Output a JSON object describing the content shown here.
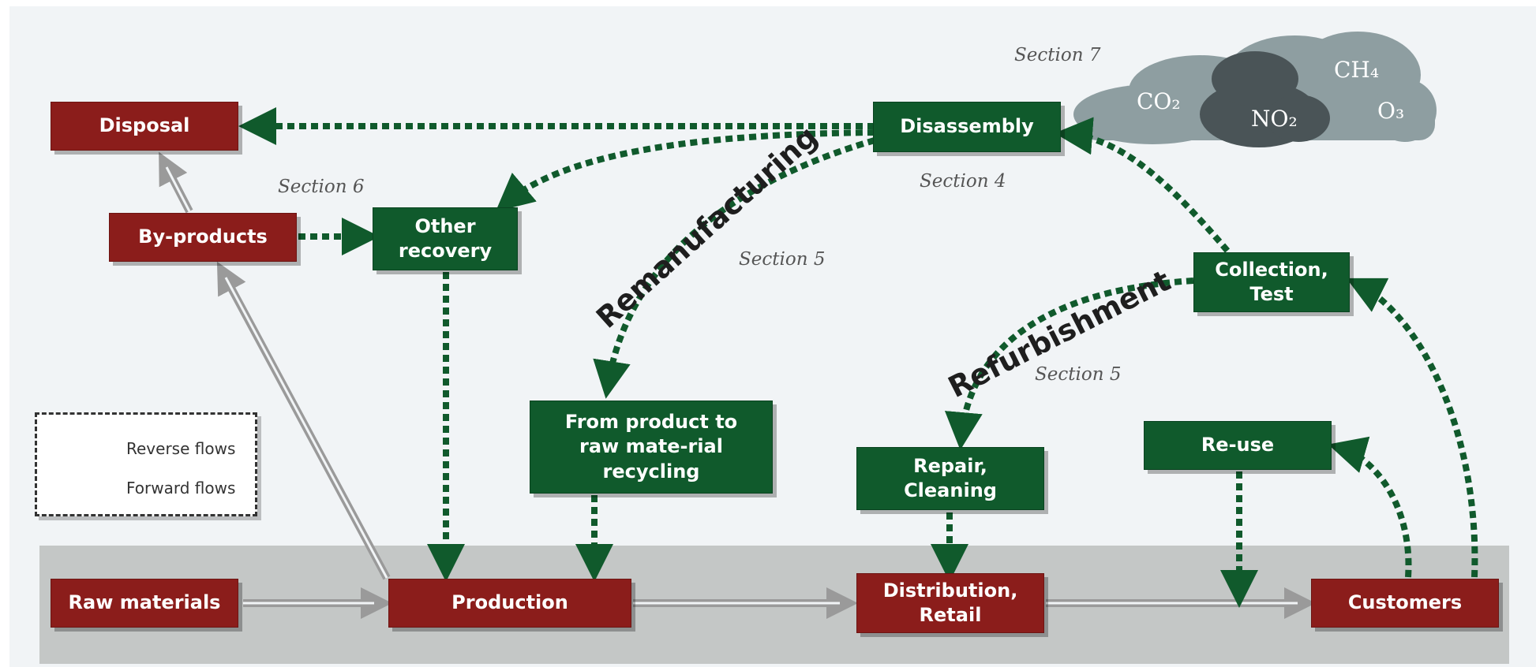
{
  "nodes": {
    "disposal": "Disposal",
    "by_products": "By-products",
    "other_recovery": "Other recovery",
    "disassembly": "Disassembly",
    "collection_test": "Collection, Test",
    "recycling": "From product to raw mate-rial recycling",
    "repair_cleaning": "Repair, Cleaning",
    "re_use": "Re-use",
    "raw_materials": "Raw materials",
    "production": "Production",
    "distribution_retail": "Distribution, Retail",
    "customers": "Customers"
  },
  "sections": {
    "s7": "Section 7",
    "s6": "Section 6",
    "s4": "Section 4",
    "s5a": "Section 5",
    "s5b": "Section 5"
  },
  "curve_labels": {
    "remanufacturing": "Remanufacturing",
    "refurbishment": "Refurbishment"
  },
  "legend": {
    "reverse": "Reverse flows",
    "forward": "Forward flows"
  },
  "emissions": {
    "co2": "CO₂",
    "ch4": "CH₄",
    "no2": "NO₂",
    "o3": "O₃"
  },
  "colors": {
    "process_red": "#8b1d1b",
    "reverse_green": "#105a2c",
    "forward_gray": "#9a9a9a",
    "band_gray": "#c4c7c6",
    "background": "#f1f4f6"
  }
}
